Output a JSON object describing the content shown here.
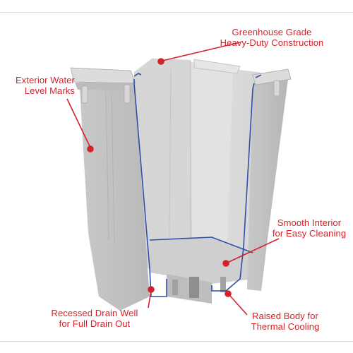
{
  "colors": {
    "callout": "#d2232a",
    "pot_body": "#c7c7c7",
    "pot_inner": "#d9d9d9",
    "cut_edge": "#2f4fa8"
  },
  "callouts": {
    "construction": {
      "line1": "Greenhouse Grade",
      "line2": "Heavy-Duty Construction"
    },
    "water_marks": {
      "line1": "Exterior Water",
      "line2": "Level Marks"
    },
    "interior": {
      "line1": "Smooth Interior",
      "line2": "for Easy Cleaning"
    },
    "drain": {
      "line1": "Recessed Drain Well",
      "line2": "for Full Drain Out"
    },
    "raised": {
      "line1": "Raised Body for",
      "line2": "Thermal Cooling"
    }
  }
}
